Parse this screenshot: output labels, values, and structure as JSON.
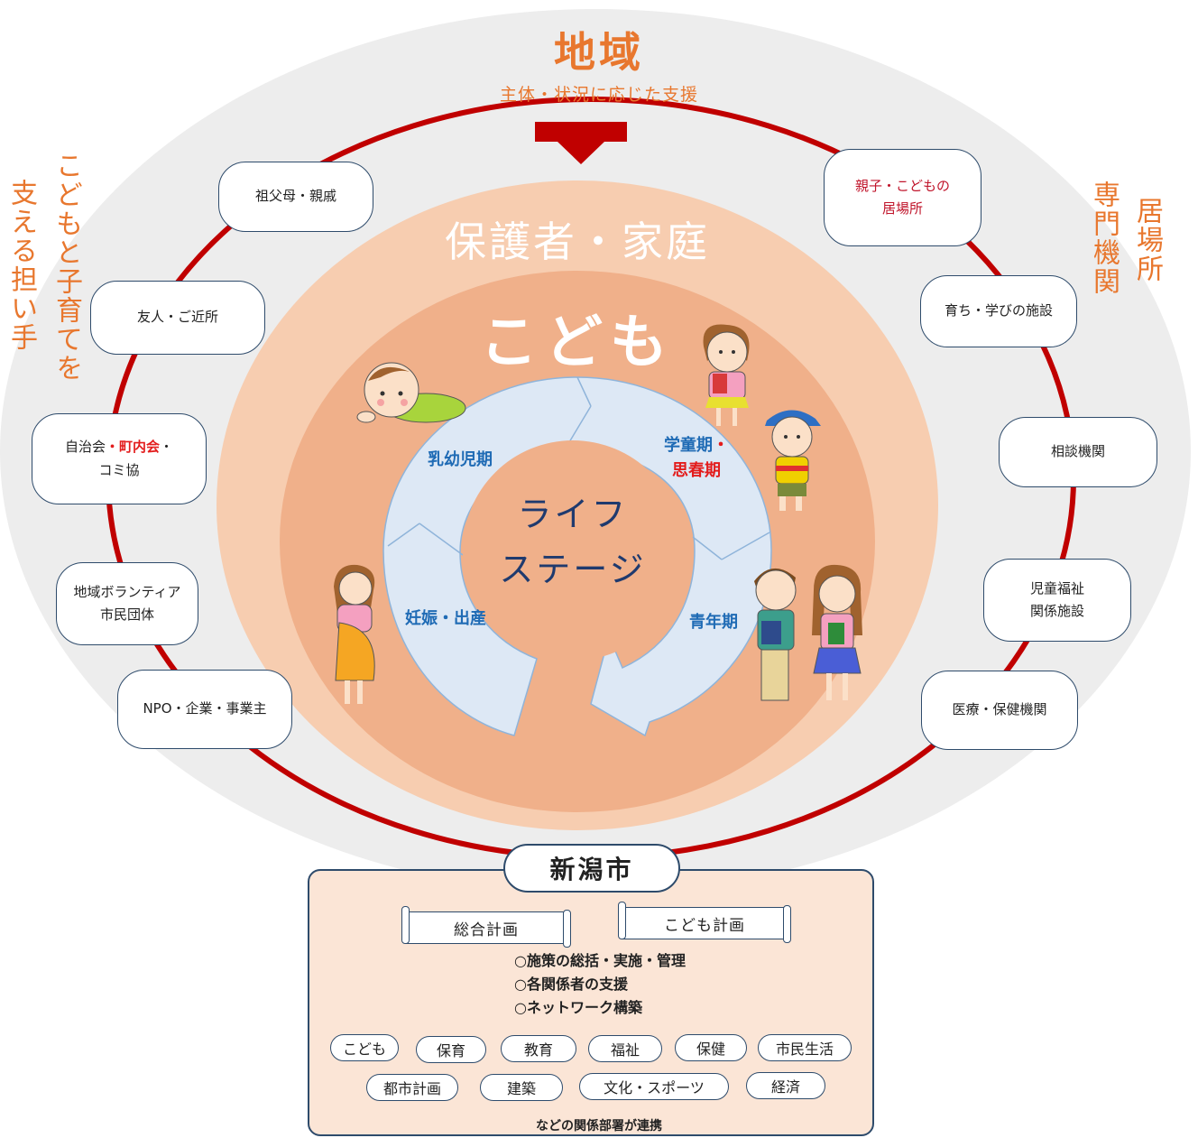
{
  "region": {
    "title": "地域",
    "subtitle": "主体・状況に応じた支援"
  },
  "left_caption": {
    "col1": "こどもと子育てを",
    "col2": "支える担い手"
  },
  "right_caption": {
    "col1": "居場所",
    "col2": "専門機関"
  },
  "supporters_left": [
    "祖父母・親戚",
    "友人・ご近所",
    {
      "line1a": "自治会",
      "line1b": "・町内会",
      "line1c": "・",
      "line2": "コミ協"
    },
    {
      "line1": "地域ボランティア",
      "line2": "市民団体"
    },
    "NPO・企業・事業主"
  ],
  "places_right": [
    {
      "line1": "親子・こどもの",
      "line2": "居場所"
    },
    "育ち・学びの施設",
    "相談機関",
    {
      "line1": "児童福祉",
      "line2": "関係施設"
    },
    "医療・保健機関"
  ],
  "family_label": "保護者・家庭",
  "child_label": "こども",
  "lifestage": {
    "center_line1": "ライフ",
    "center_line2": "ステージ",
    "infant": "乳幼児期",
    "school_line1": "学童期",
    "school_line1_dot": "・",
    "school_line2": "思春期",
    "pregnancy": "妊娠・出産",
    "youth": "青年期"
  },
  "niigata": {
    "title": "新潟市",
    "plans": [
      "総合計画",
      "こども計画"
    ],
    "roles": [
      "○施策の総括・実施・管理",
      "○各関係者の支援",
      "○ネットワーク構築"
    ],
    "departments_row1": [
      "こども",
      "保育",
      "教育",
      "福祉",
      "保健",
      "市民生活"
    ],
    "departments_row2": [
      "都市計画",
      "建築",
      "文化・スポーツ",
      "経済"
    ],
    "note": "などの関係部署が連携"
  },
  "colors": {
    "outer_ring": "#ededed",
    "red_ring": "#c00000",
    "family_ring": "#f7cdb0",
    "child_circle": "#f0b08a",
    "cycle": "#dde8f5",
    "accent_orange": "#e8772e",
    "stage_blue": "#1f6bb5"
  }
}
